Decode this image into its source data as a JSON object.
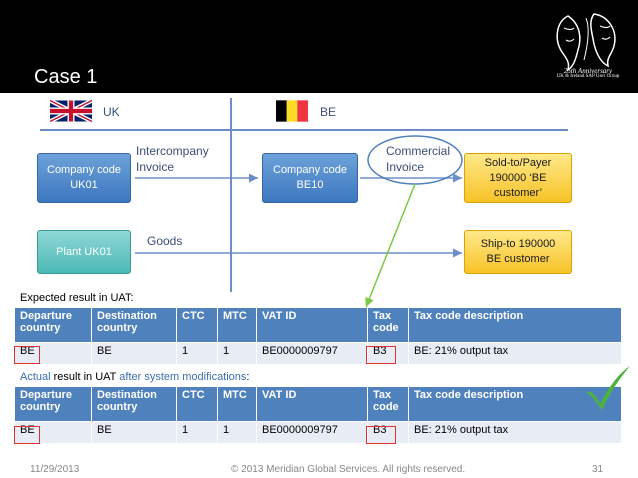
{
  "slide": {
    "title": "Case 1",
    "logo": {
      "text_line1": "25th Anniversary",
      "text_line2": "UK & Ireland SAP User Group"
    }
  },
  "diagram": {
    "uk_label": "UK",
    "be_label": "BE",
    "company_uk": "Company code UK01",
    "plant_uk": "Plant UK01",
    "company_be": "Company code BE10",
    "sold_to": "Sold-to/Payer 190000 ‘BE customer’",
    "ship_to": "Ship-to 190000 BE customer",
    "intercompany_invoice": "Intercompany Invoice",
    "commercial_invoice": "Commercial Invoice",
    "goods": "Goods"
  },
  "expected_label": "Expected result in UAT:",
  "actual_label_prefix": "Actual",
  "actual_label_middle": "result in UAT",
  "actual_label_highlight": "after system modifications",
  "actual_label_suffix": ":",
  "table_headers": [
    "Departure country",
    "Destination country",
    "CTC",
    "MTC",
    "VAT ID",
    "Tax code",
    "Tax code description"
  ],
  "expected_row": [
    "BE",
    "BE",
    "1",
    "1",
    "BE0000009797",
    "B3",
    "BE: 21% output tax"
  ],
  "actual_row": [
    "BE",
    "BE",
    "1",
    "1",
    "BE0000009797",
    "B3",
    "BE: 21% output tax"
  ],
  "footer": {
    "date": "11/29/2013",
    "copyright": "© 2013 Meridian Global Services. All rights reserved.",
    "page": "31"
  },
  "colors": {
    "header_blue": "#4f81bd",
    "row_bg": "#e8edf5",
    "check_green": "#4db33d",
    "arrow_green": "#7ac943"
  }
}
